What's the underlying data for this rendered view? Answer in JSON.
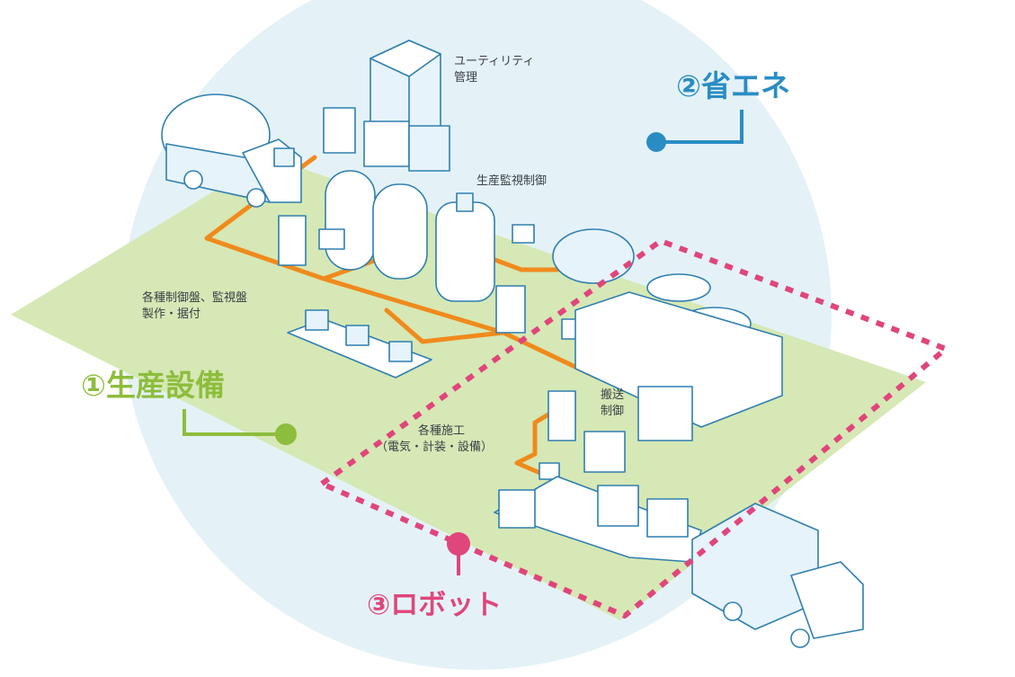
{
  "labels": {
    "utility_line1": "ユーティリティ",
    "utility_line2": "管理",
    "production_monitoring": "生産監視制御",
    "panels_line1": "各種制御盤、監視盤",
    "panels_line2": "製作・据付",
    "conveyance_line1": "搬送",
    "conveyance_line2": "制御",
    "construction_line1": "各種施工",
    "construction_line2": "（電気・計装・設備）"
  },
  "callouts": {
    "production": "①生産設備",
    "energy": "②省エネ",
    "robot": "③ロボット"
  },
  "colors": {
    "production": "#8dbd3c",
    "energy": "#2a8cc4",
    "robot": "#e0457b",
    "pipe": "#f08a1c",
    "circle_bg": "#e4f2f7",
    "floor": "#d6e8b5"
  }
}
